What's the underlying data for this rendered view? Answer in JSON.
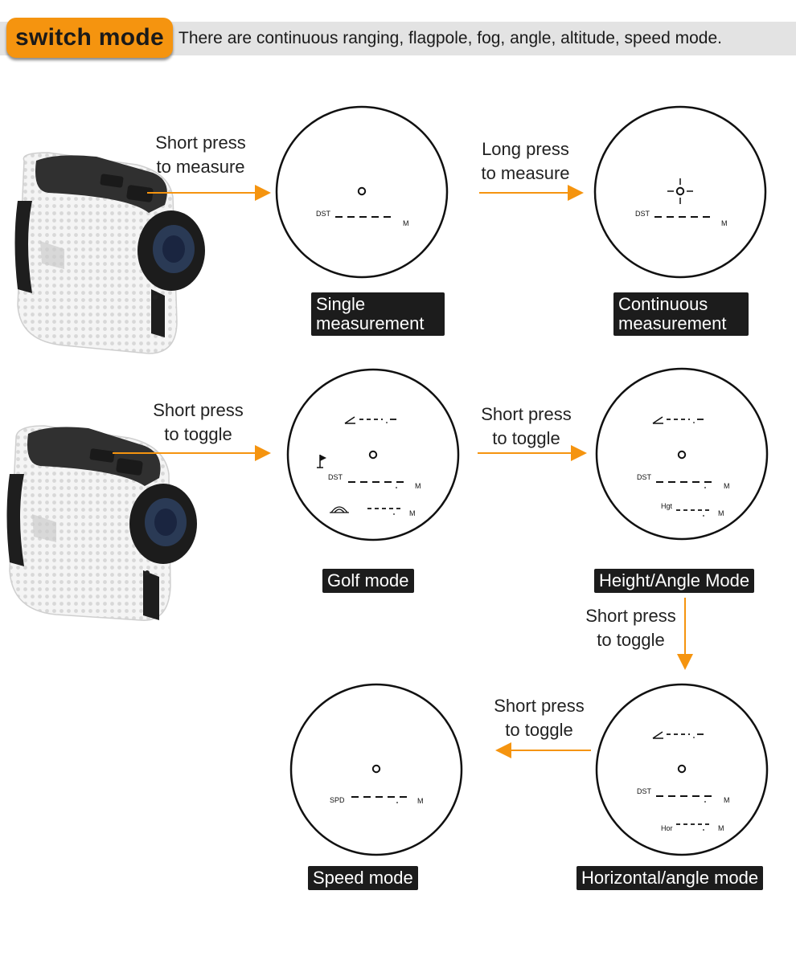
{
  "header": {
    "badge": "switch mode",
    "description": "There are continuous ranging, flagpole, fog, angle, altitude, speed mode."
  },
  "captions": {
    "single": [
      "Short press",
      "to measure"
    ],
    "continuous": [
      "Long press",
      "to measure"
    ],
    "golf": [
      "Short press",
      "to toggle"
    ],
    "height": [
      "Short press",
      "to toggle"
    ],
    "horizontal": [
      "Short press",
      "to toggle"
    ],
    "speed": [
      "Short press",
      "to toggle"
    ]
  },
  "modes": {
    "single": [
      "Single",
      "measurement"
    ],
    "continuous": [
      "Continuous",
      "measurement"
    ],
    "golf": "Golf mode",
    "height": "Height/Angle Mode",
    "speed": "Speed mode",
    "horizontal": "Horizontal/angle mode"
  },
  "readouts": {
    "dst": "DST",
    "unit": "M",
    "hgt": "Hgt",
    "hor": "Hor",
    "spd": "SPD"
  },
  "colors": {
    "accent": "#f5940f",
    "label_bg": "#1c1c1c",
    "header_bg": "#e3e3e3"
  },
  "icons": [
    "rangefinder-device",
    "flag-icon",
    "fog-icon",
    "angle-icon",
    "crosshair-icon"
  ]
}
